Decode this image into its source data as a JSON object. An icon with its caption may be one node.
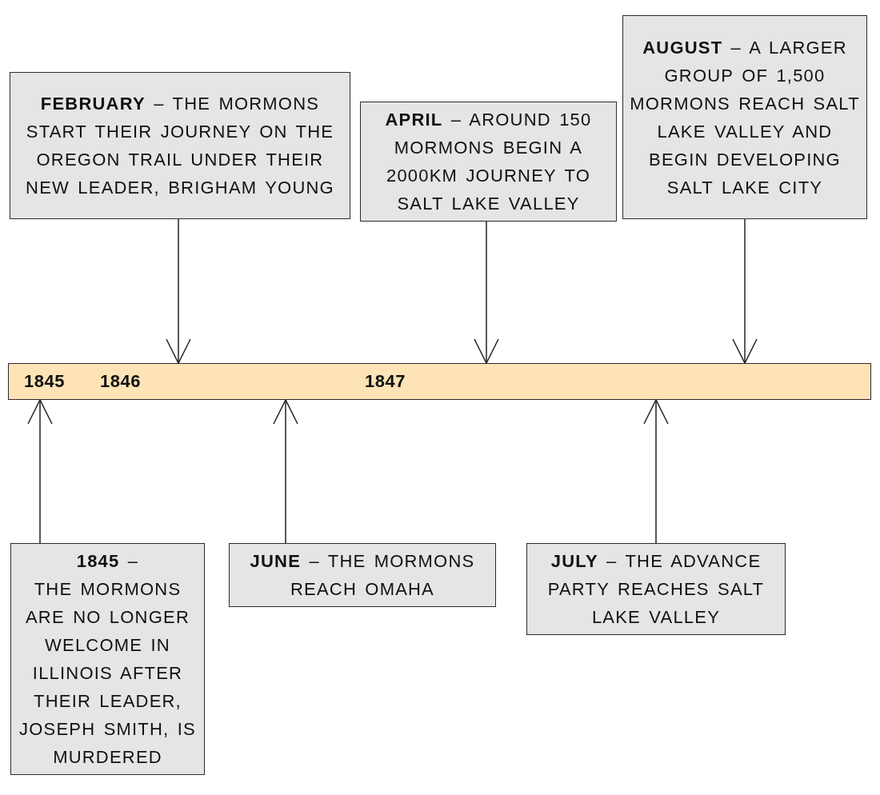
{
  "diagram": {
    "nodes": [
      {
        "text": [
          "**FEBRUARY** – THE MORMONS START THEIR JOURNEY ON THE OREGON TRAIL UNDER THEIR NEW LEADER, BRIGHAM YOUNG"
        ]
      },
      {
        "text": [
          "**APRIL** – AROUND 150 MORMONS BEGIN A 2000KM JOURNEY TO SALT LAKE VALLEY"
        ]
      },
      {
        "text": [
          "**AUGUST** – A LARGER GROUP OF 1,500 MORMONS REACH SALT LAKE VALLEY AND BEGIN DEVELOPING SALT LAKE CITY"
        ]
      },
      {
        "text": [
          "1845",
          "1846",
          "1847"
        ]
      },
      {
        "text": [
          "**1845** –",
          "THE MORMONS ARE NO LONGER WELCOME IN ILLINOIS AFTER THEIR LEADER, JOSEPH SMITH, IS MURDERED"
        ]
      },
      {
        "text": [
          "**JUNE** – THE MORMONS REACH OMAHA"
        ]
      },
      {
        "text": [
          "**JULY** – THE ADVANCE PARTY REACHES SALT LAKE VALLEY"
        ]
      }
    ],
    "edges": [
      {
        "from": 0,
        "to": 3,
        "arrow": "to"
      },
      {
        "from": 1,
        "to": 3,
        "arrow": "to"
      },
      {
        "from": 2,
        "to": 3,
        "arrow": "to"
      },
      {
        "from": 4,
        "to": 3,
        "arrow": "to"
      },
      {
        "from": 5,
        "to": 3,
        "arrow": "to"
      },
      {
        "from": 6,
        "to": 3,
        "arrow": "to"
      }
    ]
  }
}
